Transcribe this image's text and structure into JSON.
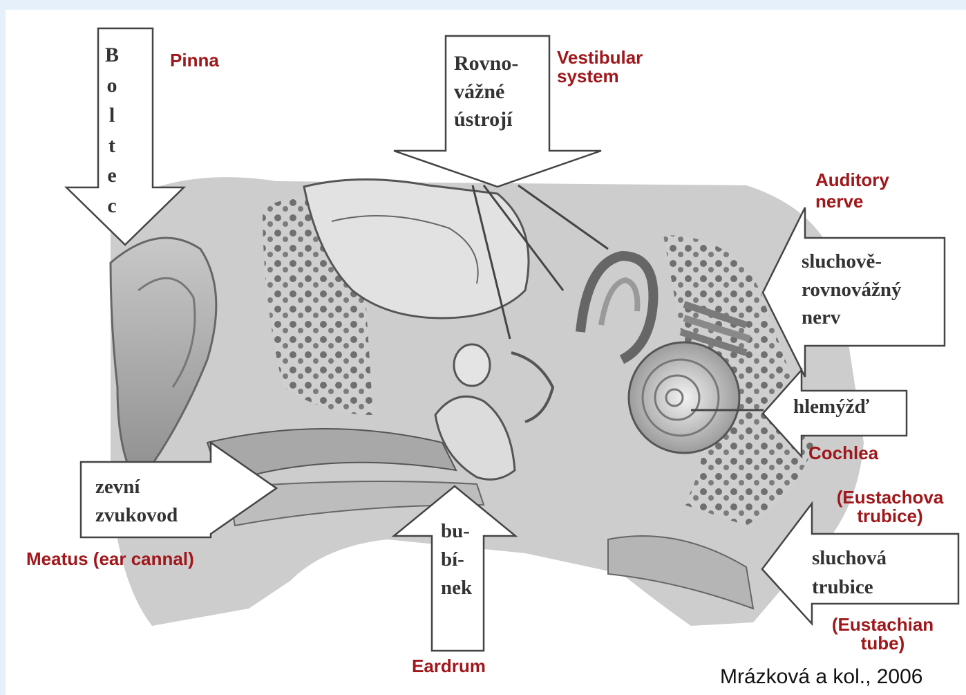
{
  "labels": {
    "boltec": [
      "B",
      "o",
      "l",
      "t",
      "e",
      "c"
    ],
    "pinna": "Pinna",
    "rovnovazne": [
      "Rovno-",
      "vážné",
      "ústrojí"
    ],
    "vestibular": [
      "Vestibular",
      "system"
    ],
    "auditory_nerve": [
      "Auditory",
      "nerve"
    ],
    "sluchove_nerv": [
      "sluchově-",
      "rovnovážný",
      "nerv"
    ],
    "hlemyzd": "hlemýžď",
    "cochlea": "Cochlea",
    "eustachova": [
      "(Eustachova",
      "trubice)"
    ],
    "sluchova_trubice": [
      "sluchová",
      "trubice"
    ],
    "eustachian": [
      "(Eustachian",
      "tube)"
    ],
    "zevni": [
      "zevní",
      "zvukovod"
    ],
    "meatus": "Meatus (ear cannal)",
    "bubinek": [
      "bu-",
      "bí-",
      "nek"
    ],
    "eardrum": "Eardrum"
  },
  "credit": "Mrázková a kol., 2006",
  "colors": {
    "background": "#e6f0fa",
    "label_red": "#a0171b",
    "arrow_text": "#333333",
    "arrow_stroke": "#444444",
    "anatomy_gray": "#9a9a9a"
  }
}
